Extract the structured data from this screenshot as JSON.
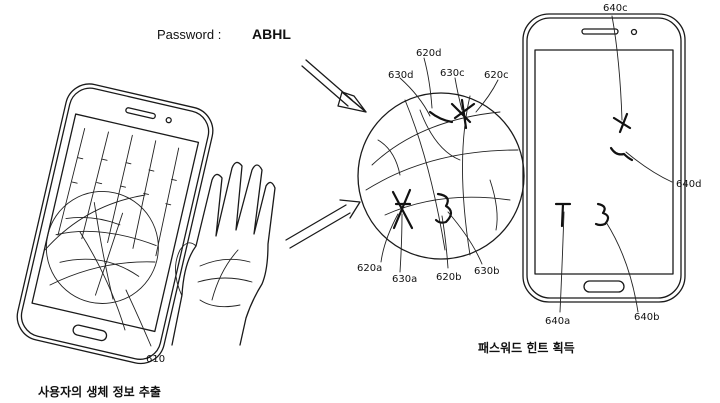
{
  "password": {
    "label": "Password :",
    "value": "ABHL"
  },
  "captions": {
    "extract": "사용자의 생체 정보 추출",
    "hint": "패스워드 힌트 획득"
  },
  "refs": {
    "r610": "610",
    "r620a": "620a",
    "r620b": "620b",
    "r620c": "620c",
    "r620d": "620d",
    "r630a": "630a",
    "r630b": "630b",
    "r630c": "630c",
    "r630d": "630d",
    "r640a": "640a",
    "r640b": "640b",
    "r640c": "640c",
    "r640d": "640d"
  }
}
